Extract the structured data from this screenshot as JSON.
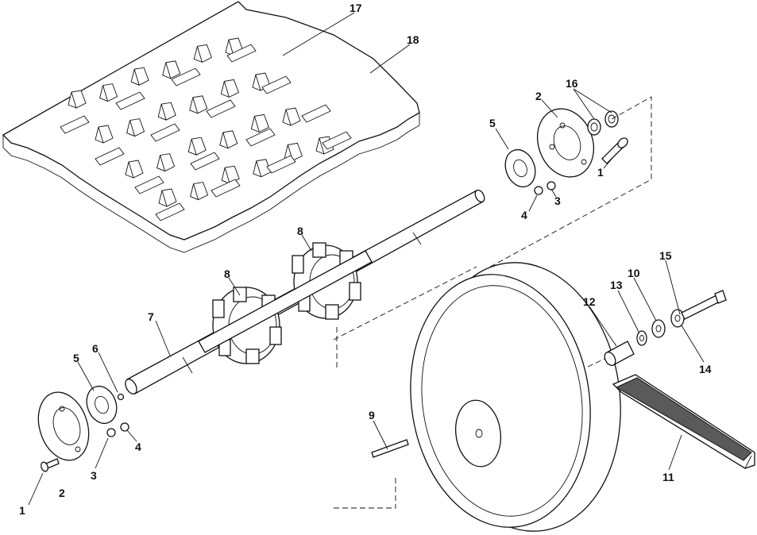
{
  "callouts": [
    {
      "id": "c17",
      "label": "17"
    },
    {
      "id": "c18",
      "label": "18"
    },
    {
      "id": "c16",
      "label": "16"
    },
    {
      "id": "c2a",
      "label": "2"
    },
    {
      "id": "c5a",
      "label": "5"
    },
    {
      "id": "c1a",
      "label": "1"
    },
    {
      "id": "c3a",
      "label": "3"
    },
    {
      "id": "c4a",
      "label": "4"
    },
    {
      "id": "c8a",
      "label": "8"
    },
    {
      "id": "c8b",
      "label": "8"
    },
    {
      "id": "c7",
      "label": "7"
    },
    {
      "id": "c6",
      "label": "6"
    },
    {
      "id": "c5b",
      "label": "5"
    },
    {
      "id": "c4b",
      "label": "4"
    },
    {
      "id": "c3b",
      "label": "3"
    },
    {
      "id": "c2b",
      "label": "2"
    },
    {
      "id": "c1b",
      "label": "1"
    },
    {
      "id": "c9",
      "label": "9"
    },
    {
      "id": "c15",
      "label": "15"
    },
    {
      "id": "c10",
      "label": "10"
    },
    {
      "id": "c13",
      "label": "13"
    },
    {
      "id": "c12",
      "label": "12"
    },
    {
      "id": "c14",
      "label": "14"
    },
    {
      "id": "c11",
      "label": "11"
    }
  ]
}
